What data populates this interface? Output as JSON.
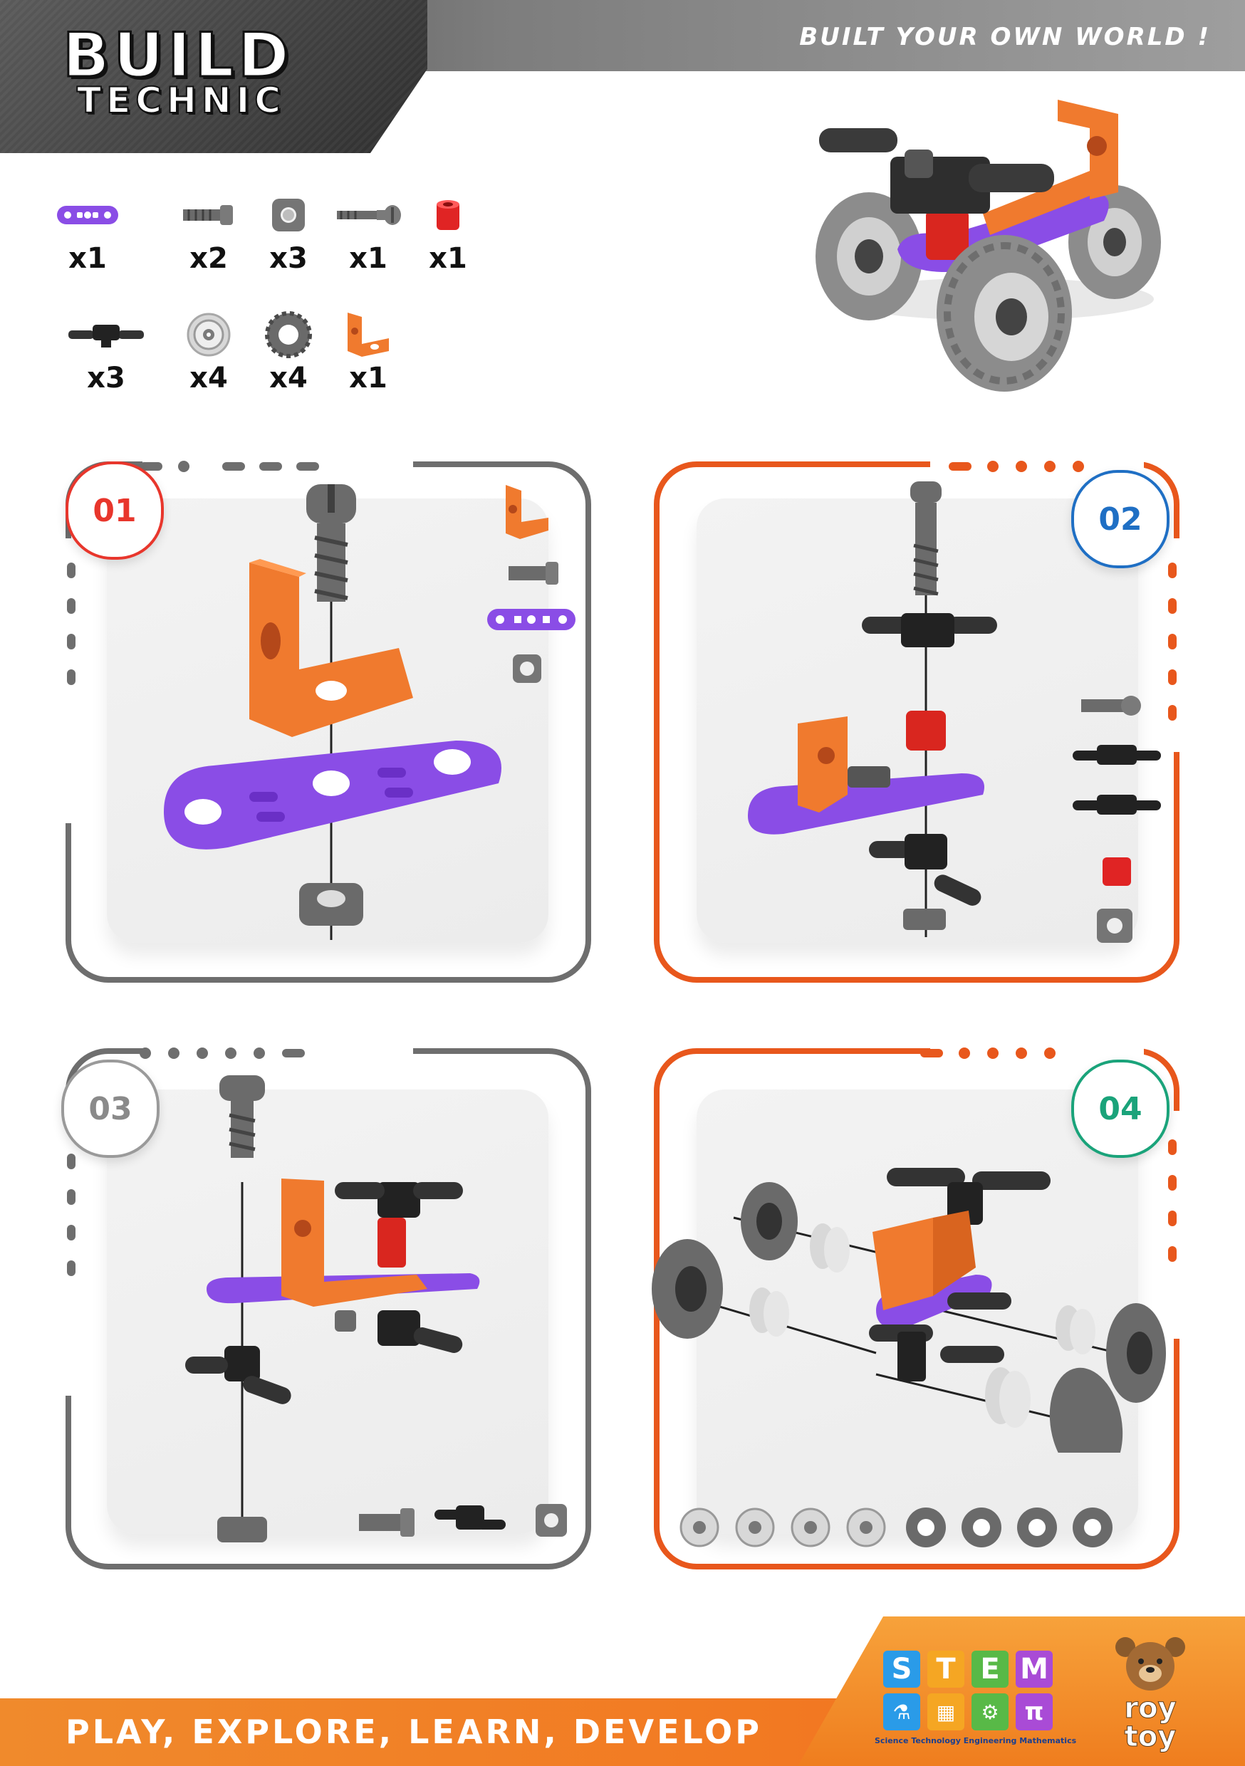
{
  "header": {
    "brand_line1": "BUILD",
    "brand_line2": "TECHNIC",
    "tagline": "BUILT YOUR OWN WORLD !"
  },
  "parts": [
    {
      "icon": "purple-beam-icon",
      "qty": "x1"
    },
    {
      "icon": "short-screw-icon",
      "qty": "x2"
    },
    {
      "icon": "square-nut-icon",
      "qty": "x3"
    },
    {
      "icon": "long-screw-icon",
      "qty": "x1"
    },
    {
      "icon": "red-spacer-icon",
      "qty": "x1"
    },
    {
      "icon": "axle-connector-icon",
      "qty": "x3"
    },
    {
      "icon": "wheel-hub-icon",
      "qty": "x4"
    },
    {
      "icon": "tire-icon",
      "qty": "x4"
    },
    {
      "icon": "orange-bracket-icon",
      "qty": "x1"
    }
  ],
  "steps": [
    {
      "number": "01",
      "color": "#e8362c"
    },
    {
      "number": "02",
      "color": "#1f6fc4"
    },
    {
      "number": "03",
      "color": "#8a8a8a"
    },
    {
      "number": "04",
      "color": "#1aa37a"
    }
  ],
  "colors": {
    "orange": "#e8571c",
    "gray_frame": "#6e6e6e",
    "purple": "#8a4de6",
    "bracket_orange": "#f07a2e",
    "part_gray": "#7a7a7a",
    "red": "#e02424"
  },
  "footer": {
    "slogan": "PLAY, EXPLORE, LEARN, DEVELOP",
    "stem_letters": [
      "S",
      "T",
      "E",
      "M"
    ],
    "stem_caption": "Science Technology Engineering Mathematics",
    "brand_line1": "roy",
    "brand_line2": "toy"
  }
}
